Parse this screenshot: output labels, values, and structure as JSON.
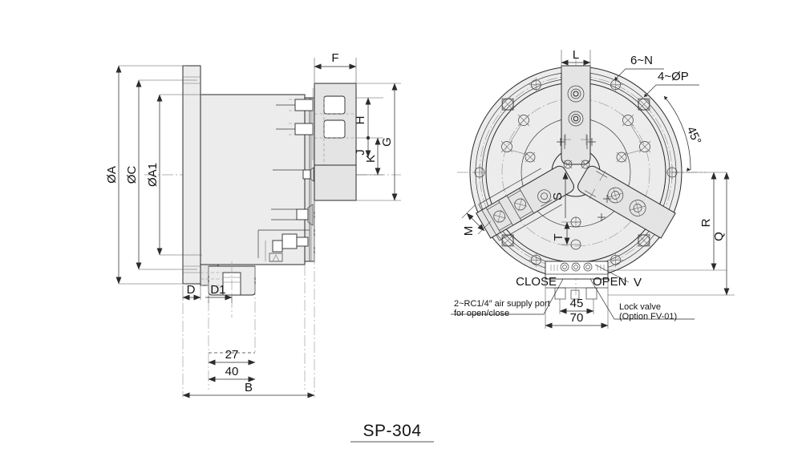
{
  "drawing": {
    "title": "SP-304",
    "background_color": "#ffffff",
    "body_fill_color": "#ececec",
    "line_color": "#262626"
  },
  "side_view": {
    "name": "side-section-view",
    "dimensions": {
      "diameter_a": "ØA",
      "diameter_c": "ØC",
      "diameter_a1": "ØA1",
      "f": "F",
      "g": "G",
      "h": "H",
      "j": "J",
      "k": "K",
      "d": "D",
      "d1": "D1",
      "b": "B",
      "len_27": "27",
      "len_40": "40"
    }
  },
  "front_view": {
    "name": "front-circular-view",
    "dimensions": {
      "l": "L",
      "m": "M",
      "s": "S",
      "t": "T",
      "r": "R",
      "q": "Q",
      "v": "V",
      "angle_45": "45°",
      "width_45": "45",
      "width_70": "70"
    },
    "callouts": {
      "six_n": "6~N",
      "four_dia_p": "4~ØP"
    },
    "port_labels": {
      "close": "CLOSE",
      "open": "OPEN"
    },
    "notes": {
      "air_supply_line1": "2~RC1/4″ air supply port",
      "air_supply_line2": "for open/close",
      "lock_valve_line1": "Lock valve",
      "lock_valve_line2": "(Option FV-01)"
    }
  }
}
